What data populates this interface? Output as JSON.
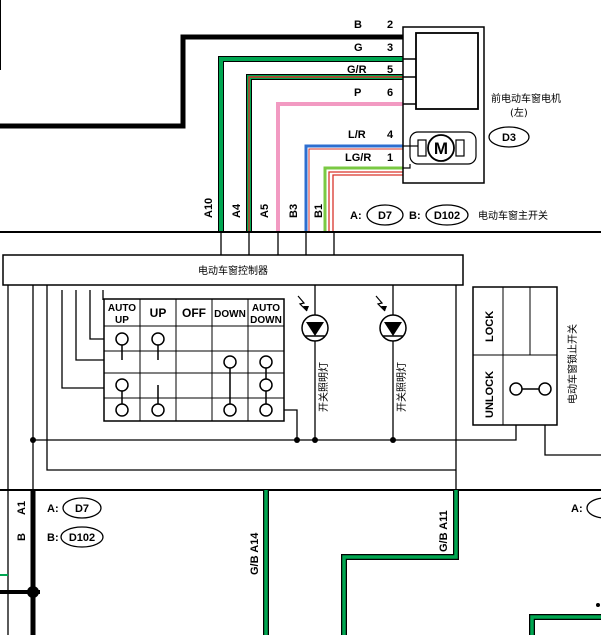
{
  "motor": {
    "title_line1": "前电动车窗电机",
    "title_line2": "(左)",
    "connector": "D3",
    "symbol": "M",
    "pins": [
      {
        "color_code": "B",
        "pin": "2"
      },
      {
        "color_code": "G",
        "pin": "3"
      },
      {
        "color_code": "G/R",
        "pin": "5"
      },
      {
        "color_code": "P",
        "pin": "6"
      },
      {
        "color_code": "L/R",
        "pin": "4"
      },
      {
        "color_code": "LG/R",
        "pin": "1"
      }
    ]
  },
  "master_switch": {
    "label": "电动车窗主开关",
    "prefix_a": "A:",
    "connector_a": "D7",
    "prefix_b": "B:",
    "connector_b": "D102",
    "terminals": [
      "A10",
      "A4",
      "A5",
      "B3",
      "B1"
    ],
    "controller_label": "电动车窗控制器",
    "switch_columns": [
      "AUTO UP",
      "UP",
      "OFF",
      "DOWN",
      "AUTO DOWN"
    ],
    "lamp_labels": [
      "开关照明灯",
      "开关照明灯"
    ],
    "lock_switch_label": "电动车窗锁止开关",
    "lock_label": "LOCK",
    "unlock_label": "UNLOCK"
  },
  "bottom": {
    "wire_left_color": "B",
    "wire_left_terminal": "A1",
    "prefix_a": "A:",
    "connector_a": "D7",
    "prefix_b": "B:",
    "connector_b": "D102",
    "wire_mid_label": "G/B A14",
    "wire_right_label": "G/B A11",
    "right_edge_prefix": "A:"
  },
  "colors": {
    "black": "#000000",
    "green": "#00a651",
    "red": "#d9342b",
    "pink": "#f29ac2",
    "blue": "#2e6fd0",
    "lightgreen": "#7ac943"
  }
}
